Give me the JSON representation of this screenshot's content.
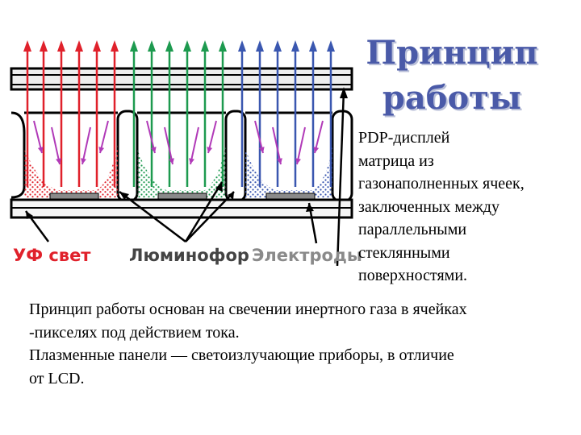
{
  "title": {
    "line1": "Принцип",
    "line2": "работы"
  },
  "diagram_labels": {
    "uv": "УФ свет",
    "phosphor": "Люминофор",
    "electrodes": "Электроды"
  },
  "colors": {
    "red": "#e0212b",
    "green": "#1d9a4f",
    "blue": "#3a57b0",
    "title": "#4a5aa8",
    "uv_arrow": "#b13ab8"
  },
  "side_text": [
    "PDP-дисплей",
    "матрица из",
    "газонаполненных ячеек,",
    "заключенных между",
    "параллельными",
    "стеклянными",
    "поверхностями."
  ],
  "bottom_text": [
    "Принцип работы основан на свечении инертного газа в ячейках",
    "-пикселях под действием тока.",
    "Плазменные панели — светоизлучающие приборы, в отличие",
    "от LCD."
  ]
}
